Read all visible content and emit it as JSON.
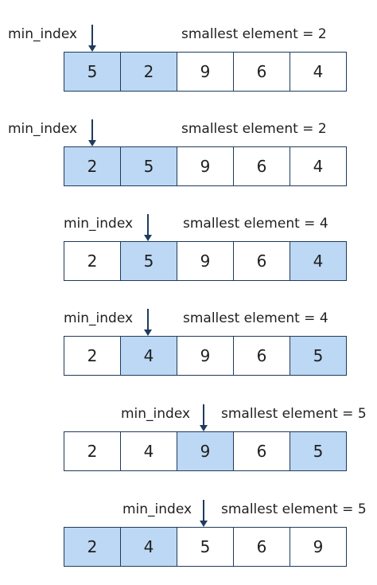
{
  "steps": [
    {
      "pointer_label": "min_index",
      "pointer_index": 0,
      "smallest_text": "smallest element = 2",
      "cells": [
        {
          "value": "5",
          "highlight": true
        },
        {
          "value": "2",
          "highlight": true
        },
        {
          "value": "9",
          "highlight": false
        },
        {
          "value": "6",
          "highlight": false
        },
        {
          "value": "4",
          "highlight": false
        }
      ]
    },
    {
      "pointer_label": "min_index",
      "pointer_index": 0,
      "smallest_text": "smallest element = 2",
      "cells": [
        {
          "value": "2",
          "highlight": true
        },
        {
          "value": "5",
          "highlight": true
        },
        {
          "value": "9",
          "highlight": false
        },
        {
          "value": "6",
          "highlight": false
        },
        {
          "value": "4",
          "highlight": false
        }
      ]
    },
    {
      "pointer_label": "min_index",
      "pointer_index": 1,
      "smallest_text": "smallest element = 4",
      "cells": [
        {
          "value": "2",
          "highlight": false
        },
        {
          "value": "5",
          "highlight": true
        },
        {
          "value": "9",
          "highlight": false
        },
        {
          "value": "6",
          "highlight": false
        },
        {
          "value": "4",
          "highlight": true
        }
      ]
    },
    {
      "pointer_label": "min_index",
      "pointer_index": 1,
      "smallest_text": "smallest element = 4",
      "cells": [
        {
          "value": "2",
          "highlight": false
        },
        {
          "value": "4",
          "highlight": true
        },
        {
          "value": "9",
          "highlight": false
        },
        {
          "value": "6",
          "highlight": false
        },
        {
          "value": "5",
          "highlight": true
        }
      ]
    },
    {
      "pointer_label": "min_index",
      "pointer_index": 2,
      "smallest_text": "smallest element = 5",
      "cells": [
        {
          "value": "2",
          "highlight": false
        },
        {
          "value": "4",
          "highlight": false
        },
        {
          "value": "9",
          "highlight": true
        },
        {
          "value": "6",
          "highlight": false
        },
        {
          "value": "5",
          "highlight": true
        }
      ]
    },
    {
      "pointer_label": "min_index",
      "pointer_index": 2,
      "smallest_text": "smallest element = 5",
      "cells": [
        {
          "value": "2",
          "highlight": true
        },
        {
          "value": "4",
          "highlight": true
        },
        {
          "value": "5",
          "highlight": false
        },
        {
          "value": "6",
          "highlight": false
        },
        {
          "value": "9",
          "highlight": false
        }
      ]
    }
  ],
  "colors": {
    "highlight": "#bcd8f4",
    "border": "#1f3b5c",
    "arrow": "#1f3b5c"
  }
}
